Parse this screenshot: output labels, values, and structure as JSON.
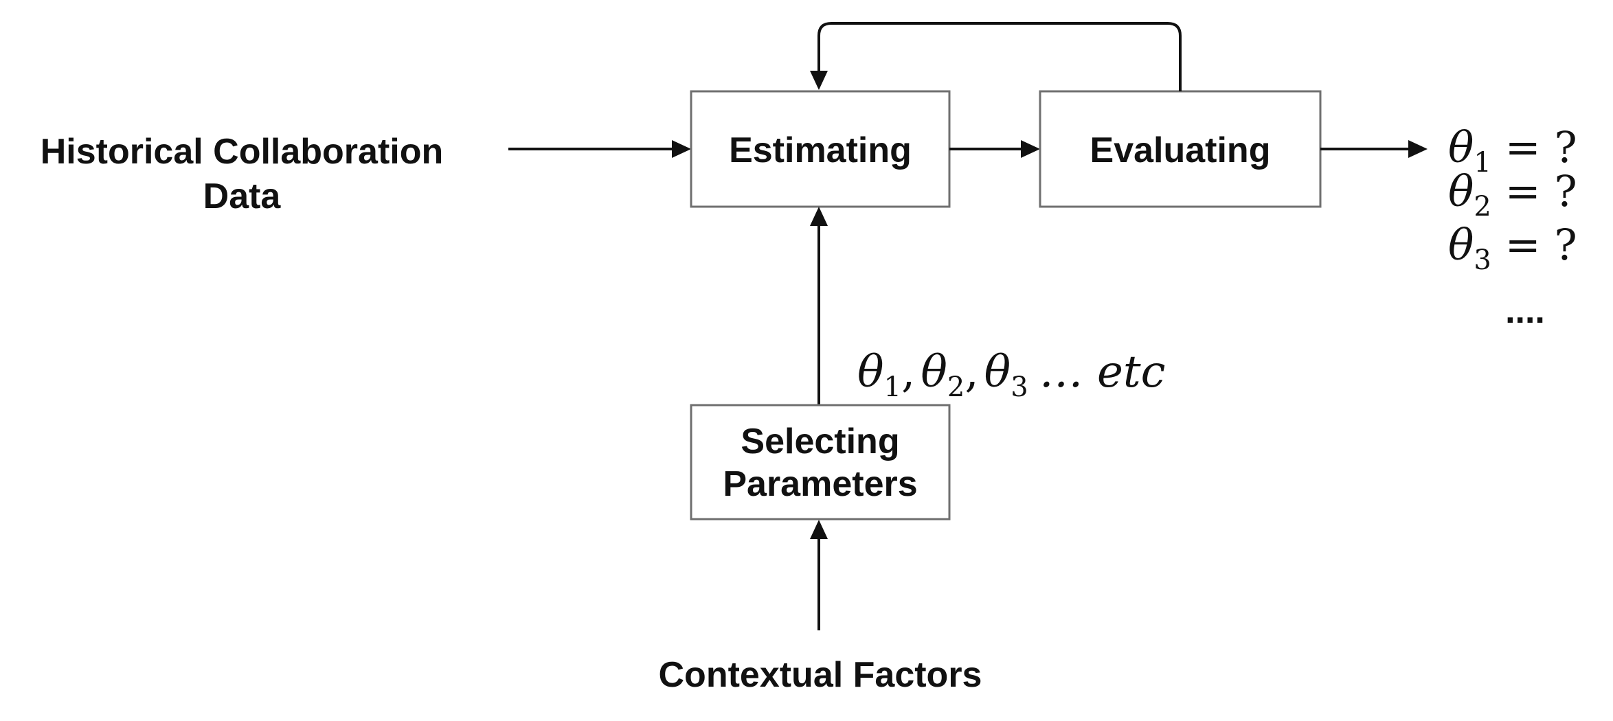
{
  "input_label": {
    "line1": "Historical Collaboration",
    "line2": "Data"
  },
  "boxes": {
    "estimating": "Estimating",
    "evaluating": "Evaluating",
    "selecting_line1": "Selecting",
    "selecting_line2": "Parameters"
  },
  "context_label": "Contextual Factors",
  "parameter_set": {
    "symbol": "θ",
    "subs": [
      "1",
      "2",
      "3"
    ],
    "separator": ",",
    "tail": "… etc"
  },
  "outputs": [
    {
      "symbol": "θ",
      "sub": "1",
      "rhs": "= ?"
    },
    {
      "symbol": "θ",
      "sub": "2",
      "rhs": "= ?"
    },
    {
      "symbol": "θ",
      "sub": "3",
      "rhs": "= ?"
    }
  ],
  "outputs_ellipsis": "...."
}
